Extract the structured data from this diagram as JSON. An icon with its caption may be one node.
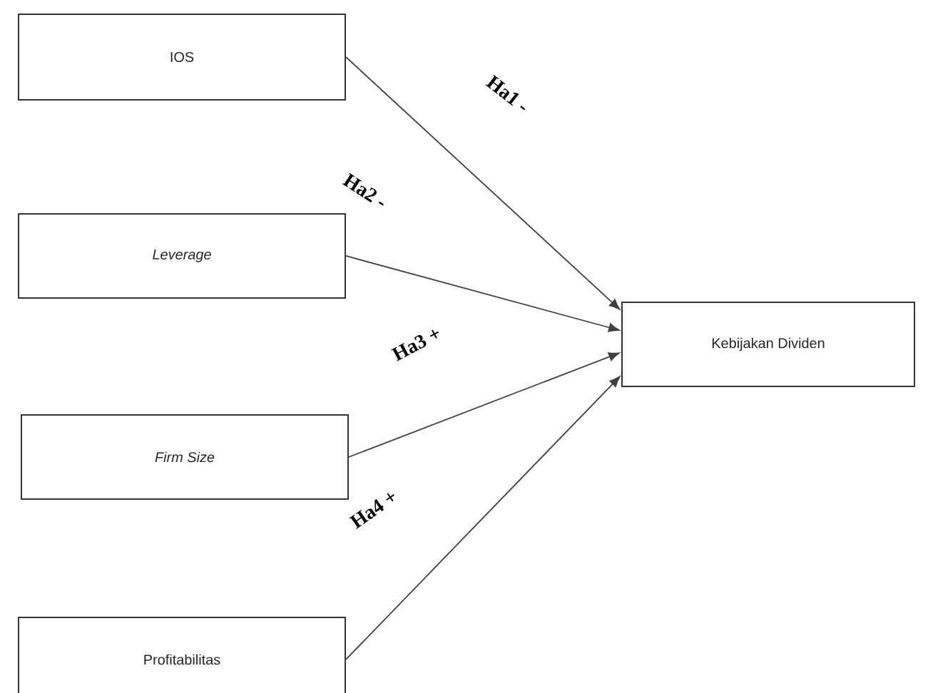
{
  "diagram": {
    "nodes": [
      {
        "text": [
          "IOS"
        ]
      },
      {
        "text": [
          "Leverage"
        ]
      },
      {
        "text": [
          "Firm Size"
        ]
      },
      {
        "text": [
          "Profitabilitas"
        ]
      },
      {
        "text": [
          "Kebijakan Dividen"
        ]
      }
    ],
    "edges": [
      {
        "from": 0,
        "to": 4,
        "arrow": "to",
        "label": "Ha1 -"
      },
      {
        "from": 1,
        "to": 4,
        "arrow": "to",
        "label": "Ha2 -"
      },
      {
        "from": 2,
        "to": 4,
        "arrow": "to",
        "label": "Ha3 +"
      },
      {
        "from": 3,
        "to": 4,
        "arrow": "to",
        "label": "Ha4 +"
      }
    ]
  }
}
